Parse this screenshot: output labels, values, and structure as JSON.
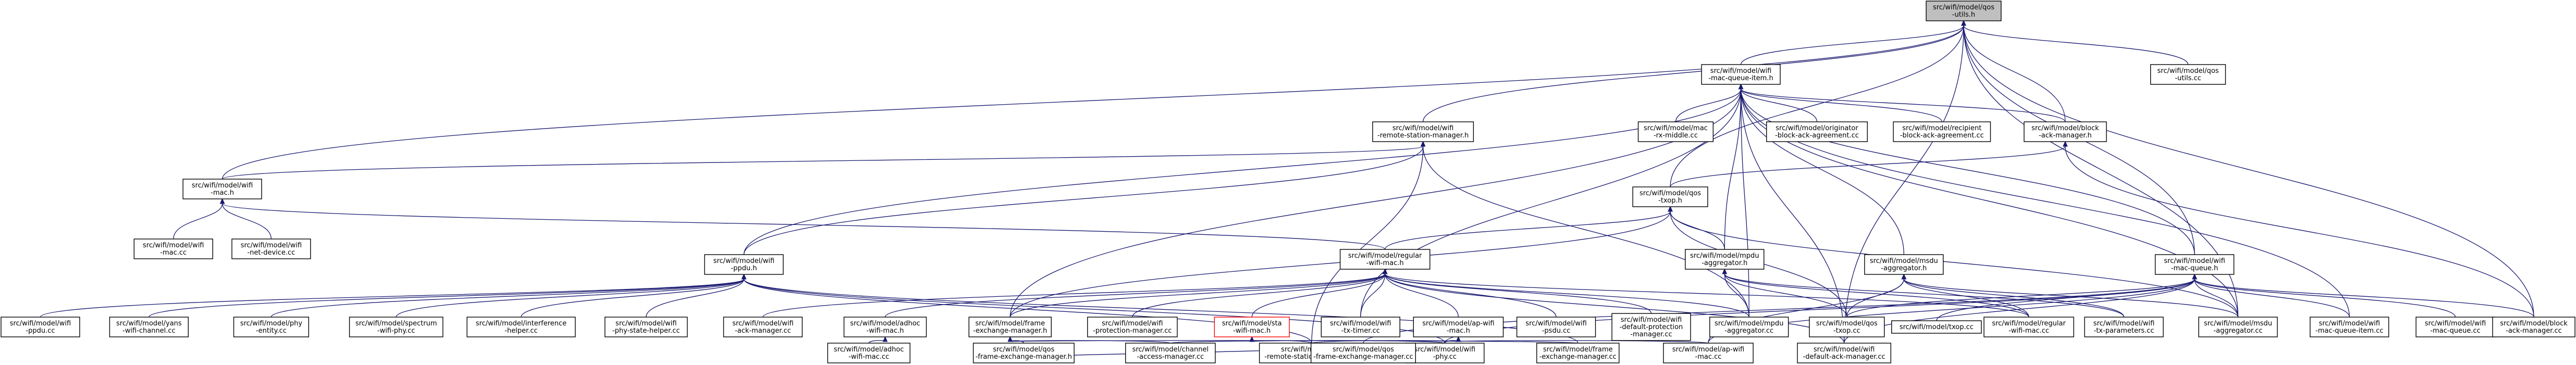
{
  "nodes": [
    {
      "id": "qos_utils_h",
      "lines": [
        "src/wifi/model/qos",
        "-utils.h"
      ],
      "kind": "root"
    },
    {
      "id": "qos_utils_cc",
      "lines": [
        "src/wifi/model/qos",
        "-utils.cc"
      ]
    },
    {
      "id": "wifi_mac_queue_item_h",
      "lines": [
        "src/wifi/model/wifi",
        "-mac-queue-item.h"
      ]
    },
    {
      "id": "remote_station_manager_h",
      "lines": [
        "src/wifi/model/wifi",
        "-remote-station-manager.h"
      ]
    },
    {
      "id": "mac_rx_middle_cc",
      "lines": [
        "src/wifi/model/mac",
        "-rx-middle.cc"
      ]
    },
    {
      "id": "originator_bat_cc",
      "lines": [
        "src/wifi/model/originator",
        "-block-ack-agreement.cc"
      ]
    },
    {
      "id": "recipient_bat_cc",
      "lines": [
        "src/wifi/model/recipient",
        "-block-ack-agreement.cc"
      ]
    },
    {
      "id": "block_ack_manager_h",
      "lines": [
        "src/wifi/model/block",
        "-ack-manager.h"
      ]
    },
    {
      "id": "wifi_mac_h",
      "lines": [
        "src/wifi/model/wifi",
        "-mac.h"
      ]
    },
    {
      "id": "wifi_mac_cc",
      "lines": [
        "src/wifi/model/wifi",
        "-mac.cc"
      ]
    },
    {
      "id": "wifi_net_device_cc",
      "lines": [
        "src/wifi/model/wifi",
        "-net-device.cc"
      ]
    },
    {
      "id": "qos_txop_h",
      "lines": [
        "src/wifi/model/qos",
        "-txop.h"
      ]
    },
    {
      "id": "wifi_ppdu_h",
      "lines": [
        "src/wifi/model/wifi",
        "-ppdu.h"
      ]
    },
    {
      "id": "regular_wifi_mac_h",
      "lines": [
        "src/wifi/model/regular",
        "-wifi-mac.h"
      ]
    },
    {
      "id": "mpdu_aggregator_h",
      "lines": [
        "src/wifi/model/mpdu",
        "-aggregator.h"
      ]
    },
    {
      "id": "msdu_aggregator_h",
      "lines": [
        "src/wifi/model/msdu",
        "-aggregator.h"
      ]
    },
    {
      "id": "wifi_mac_queue_h",
      "lines": [
        "src/wifi/model/wifi",
        "-mac-queue.h"
      ]
    },
    {
      "id": "wifi_ppdu_cc",
      "lines": [
        "src/wifi/model/wifi",
        "-ppdu.cc"
      ]
    },
    {
      "id": "yans_wifi_channel_cc",
      "lines": [
        "src/wifi/model/yans",
        "-wifi-channel.cc"
      ]
    },
    {
      "id": "phy_entity_cc",
      "lines": [
        "src/wifi/model/phy",
        "-entity.cc"
      ]
    },
    {
      "id": "spectrum_wifi_phy_cc",
      "lines": [
        "src/wifi/model/spectrum",
        "-wifi-phy.cc"
      ]
    },
    {
      "id": "interference_helper_cc",
      "lines": [
        "src/wifi/model/interference",
        "-helper.cc"
      ]
    },
    {
      "id": "wifi_phy_state_helper_cc",
      "lines": [
        "src/wifi/model/wifi",
        "-phy-state-helper.cc"
      ]
    },
    {
      "id": "wifi_ack_manager_cc",
      "lines": [
        "src/wifi/model/wifi",
        "-ack-manager.cc"
      ]
    },
    {
      "id": "adhoc_wifi_mac_h",
      "lines": [
        "src/wifi/model/adhoc",
        "-wifi-mac.h"
      ]
    },
    {
      "id": "frame_exchange_manager_h",
      "lines": [
        "src/wifi/model/frame",
        "-exchange-manager.h"
      ]
    },
    {
      "id": "wifi_protection_manager_cc",
      "lines": [
        "src/wifi/model/wifi",
        "-protection-manager.cc"
      ]
    },
    {
      "id": "sta_wifi_mac_h",
      "lines": [
        "src/wifi/model/sta",
        "-wifi-mac.h"
      ],
      "kind": "missing"
    },
    {
      "id": "ctrl_rts_timer_cc",
      "lines": [
        "src/wifi/model/wifi",
        "-tx-timer.cc"
      ]
    },
    {
      "id": "ap_wifi_mac_h",
      "lines": [
        "src/wifi/model/ap-wifi",
        "-mac.h"
      ]
    },
    {
      "id": "wifi_psdu_cc",
      "lines": [
        "src/wifi/model/wifi",
        "-psdu.cc"
      ]
    },
    {
      "id": "wifi_default_protection_manager_cc",
      "lines": [
        "src/wifi/model/wifi",
        "-default-protection",
        "-manager.cc"
      ]
    },
    {
      "id": "mpdu_aggregator_cc",
      "lines": [
        "src/wifi/model/mpdu",
        "-aggregator.cc"
      ]
    },
    {
      "id": "qos_txop_cc",
      "lines": [
        "src/wifi/model/qos",
        "-txop.cc"
      ]
    },
    {
      "id": "txop_cc",
      "lines": [
        "src/wifi/model/txop.cc"
      ]
    },
    {
      "id": "regular_wifi_mac_cc",
      "lines": [
        "src/wifi/model/regular",
        "-wifi-mac.cc"
      ]
    },
    {
      "id": "wifi_tx_parameters_cc",
      "lines": [
        "src/wifi/model/wifi",
        "-tx-parameters.cc"
      ]
    },
    {
      "id": "msdu_aggregator_cc",
      "lines": [
        "src/wifi/model/msdu",
        "-aggregator.cc"
      ]
    },
    {
      "id": "wifi_mac_queue_item_cc",
      "lines": [
        "src/wifi/model/wifi",
        "-mac-queue-item.cc"
      ]
    },
    {
      "id": "wifi_mac_queue_cc",
      "lines": [
        "src/wifi/model/wifi",
        "-mac-queue.cc"
      ]
    },
    {
      "id": "block_ack_manager_cc",
      "lines": [
        "src/wifi/model/block",
        "-ack-manager.cc"
      ]
    },
    {
      "id": "adhoc_wifi_mac_cc",
      "lines": [
        "src/wifi/model/adhoc",
        "-wifi-mac.cc"
      ]
    },
    {
      "id": "qos_frame_exchange_manager_h",
      "lines": [
        "src/wifi/model/qos",
        "-frame-exchange-manager.h"
      ]
    },
    {
      "id": "channel_access_manager_cc",
      "lines": [
        "src/wifi/model/channel",
        "-access-manager.cc"
      ]
    },
    {
      "id": "wifi_remote_station_manager_cc",
      "lines": [
        "src/wifi/model/wifi",
        "-remote-station-manager.cc"
      ]
    },
    {
      "id": "wifi_phy_cc",
      "lines": [
        "src/wifi/model/wifi",
        "-phy.cc"
      ]
    },
    {
      "id": "frame_exchange_manager_cc",
      "lines": [
        "src/wifi/model/frame",
        "-exchange-manager.cc"
      ]
    },
    {
      "id": "ap_wifi_mac_cc",
      "lines": [
        "src/wifi/model/ap-wifi",
        "-mac.cc"
      ]
    },
    {
      "id": "wifi_default_ack_manager_cc",
      "lines": [
        "src/wifi/model/wifi",
        "-default-ack-manager.cc"
      ]
    },
    {
      "id": "qos_frame_exchange_manager_cc",
      "lines": [
        "src/wifi/model/qos",
        "-frame-exchange-manager.cc"
      ]
    }
  ],
  "edges": [
    [
      "qos_utils_h",
      "qos_utils_cc"
    ],
    [
      "qos_utils_h",
      "wifi_mac_queue_item_h"
    ],
    [
      "qos_utils_h",
      "remote_station_manager_h"
    ],
    [
      "qos_utils_h",
      "block_ack_manager_h"
    ],
    [
      "qos_utils_h",
      "wifi_mac_h"
    ],
    [
      "qos_utils_h",
      "qos_txop_h"
    ],
    [
      "qos_utils_h",
      "wifi_mac_queue_h"
    ],
    [
      "qos_utils_h",
      "block_ack_manager_cc"
    ],
    [
      "qos_utils_h",
      "wifi_default_ack_manager_cc"
    ],
    [
      "qos_utils_h",
      "msdu_aggregator_cc"
    ],
    [
      "wifi_mac_queue_item_h",
      "mac_rx_middle_cc"
    ],
    [
      "wifi_mac_queue_item_h",
      "originator_bat_cc"
    ],
    [
      "wifi_mac_queue_item_h",
      "recipient_bat_cc"
    ],
    [
      "wifi_mac_queue_item_h",
      "block_ack_manager_h"
    ],
    [
      "wifi_mac_queue_item_h",
      "wifi_mac_queue_h"
    ],
    [
      "wifi_mac_queue_item_h",
      "msdu_aggregator_h"
    ],
    [
      "wifi_mac_queue_item_h",
      "mpdu_aggregator_h"
    ],
    [
      "wifi_mac_queue_item_h",
      "wifi_ppdu_h"
    ],
    [
      "wifi_mac_queue_item_h",
      "wifi_mac_queue_item_cc"
    ],
    [
      "wifi_mac_queue_item_h",
      "msdu_aggregator_cc"
    ],
    [
      "wifi_mac_queue_item_h",
      "frame_exchange_manager_h"
    ],
    [
      "wifi_mac_queue_item_h",
      "ctrl_rts_timer_cc"
    ],
    [
      "wifi_mac_queue_item_h",
      "wifi_default_ack_manager_cc"
    ],
    [
      "wifi_mac_queue_item_h",
      "mpdu_aggregator_cc"
    ],
    [
      "remote_station_manager_h",
      "wifi_mac_h"
    ],
    [
      "remote_station_manager_h",
      "wifi_ppdu_h"
    ],
    [
      "remote_station_manager_h",
      "mpdu_aggregator_cc"
    ],
    [
      "remote_station_manager_h",
      "wifi_remote_station_manager_cc"
    ],
    [
      "block_ack_manager_h",
      "qos_txop_h"
    ],
    [
      "block_ack_manager_h",
      "block_ack_manager_cc"
    ],
    [
      "wifi_mac_h",
      "wifi_mac_cc"
    ],
    [
      "wifi_mac_h",
      "wifi_net_device_cc"
    ],
    [
      "wifi_mac_h",
      "regular_wifi_mac_h"
    ],
    [
      "qos_txop_h",
      "regular_wifi_mac_h"
    ],
    [
      "qos_txop_h",
      "mpdu_aggregator_h"
    ],
    [
      "qos_txop_h",
      "qos_txop_cc"
    ],
    [
      "qos_txop_h",
      "msdu_aggregator_cc"
    ],
    [
      "qos_txop_h",
      "frame_exchange_manager_h"
    ],
    [
      "wifi_ppdu_h",
      "wifi_ppdu_cc"
    ],
    [
      "wifi_ppdu_h",
      "yans_wifi_channel_cc"
    ],
    [
      "wifi_ppdu_h",
      "phy_entity_cc"
    ],
    [
      "wifi_ppdu_h",
      "spectrum_wifi_phy_cc"
    ],
    [
      "wifi_ppdu_h",
      "interference_helper_cc"
    ],
    [
      "wifi_ppdu_h",
      "wifi_phy_state_helper_cc"
    ],
    [
      "wifi_ppdu_h",
      "wifi_phy_cc"
    ],
    [
      "wifi_ppdu_h",
      "frame_exchange_manager_cc"
    ],
    [
      "wifi_ppdu_h",
      "wifi_remote_station_manager_cc"
    ],
    [
      "regular_wifi_mac_h",
      "wifi_ack_manager_cc"
    ],
    [
      "regular_wifi_mac_h",
      "adhoc_wifi_mac_h"
    ],
    [
      "regular_wifi_mac_h",
      "frame_exchange_manager_h"
    ],
    [
      "regular_wifi_mac_h",
      "wifi_protection_manager_cc"
    ],
    [
      "regular_wifi_mac_h",
      "sta_wifi_mac_h"
    ],
    [
      "regular_wifi_mac_h",
      "ctrl_rts_timer_cc"
    ],
    [
      "regular_wifi_mac_h",
      "ap_wifi_mac_h"
    ],
    [
      "regular_wifi_mac_h",
      "wifi_psdu_cc"
    ],
    [
      "regular_wifi_mac_h",
      "wifi_default_protection_manager_cc"
    ],
    [
      "regular_wifi_mac_h",
      "mpdu_aggregator_cc"
    ],
    [
      "regular_wifi_mac_h",
      "regular_wifi_mac_cc"
    ],
    [
      "regular_wifi_mac_h",
      "wifi_default_ack_manager_cc"
    ],
    [
      "mpdu_aggregator_h",
      "mpdu_aggregator_cc"
    ],
    [
      "mpdu_aggregator_h",
      "qos_txop_cc"
    ],
    [
      "mpdu_aggregator_h",
      "wifi_tx_parameters_cc"
    ],
    [
      "mpdu_aggregator_h",
      "regular_wifi_mac_cc"
    ],
    [
      "msdu_aggregator_h",
      "msdu_aggregator_cc"
    ],
    [
      "msdu_aggregator_h",
      "qos_txop_cc"
    ],
    [
      "msdu_aggregator_h",
      "regular_wifi_mac_cc"
    ],
    [
      "msdu_aggregator_h",
      "wifi_tx_parameters_cc"
    ],
    [
      "msdu_aggregator_h",
      "ap_wifi_mac_cc"
    ],
    [
      "wifi_mac_queue_h",
      "wifi_mac_queue_cc"
    ],
    [
      "wifi_mac_queue_h",
      "block_ack_manager_cc"
    ],
    [
      "wifi_mac_queue_h",
      "msdu_aggregator_cc"
    ],
    [
      "wifi_mac_queue_h",
      "wifi_mac_queue_item_cc"
    ],
    [
      "wifi_mac_queue_h",
      "txop_cc"
    ],
    [
      "wifi_mac_queue_h",
      "qos_txop_cc"
    ],
    [
      "wifi_mac_queue_h",
      "wifi_default_ack_manager_cc"
    ],
    [
      "wifi_mac_queue_h",
      "ap_wifi_mac_cc"
    ],
    [
      "wifi_mac_queue_h",
      "wifi_phy_cc"
    ],
    [
      "wifi_mac_queue_h",
      "qos_frame_exchange_manager_cc"
    ],
    [
      "adhoc_wifi_mac_h",
      "adhoc_wifi_mac_cc"
    ],
    [
      "frame_exchange_manager_h",
      "qos_frame_exchange_manager_h"
    ],
    [
      "frame_exchange_manager_h",
      "channel_access_manager_cc"
    ],
    [
      "frame_exchange_manager_h",
      "frame_exchange_manager_cc"
    ],
    [
      "ap_wifi_mac_h",
      "ap_wifi_mac_cc"
    ],
    [
      "ap_wifi_mac_h",
      "wifi_phy_cc"
    ],
    [
      "ap_wifi_mac_h",
      "wifi_remote_station_manager_cc"
    ],
    [
      "ap_wifi_mac_h",
      "channel_access_manager_cc"
    ],
    [
      "sta_wifi_mac_h",
      "wifi_phy_cc"
    ],
    [
      "sta_wifi_mac_h",
      "wifi_remote_station_manager_cc"
    ],
    [
      "qos_frame_exchange_manager_h",
      "qos_frame_exchange_manager_cc"
    ]
  ]
}
